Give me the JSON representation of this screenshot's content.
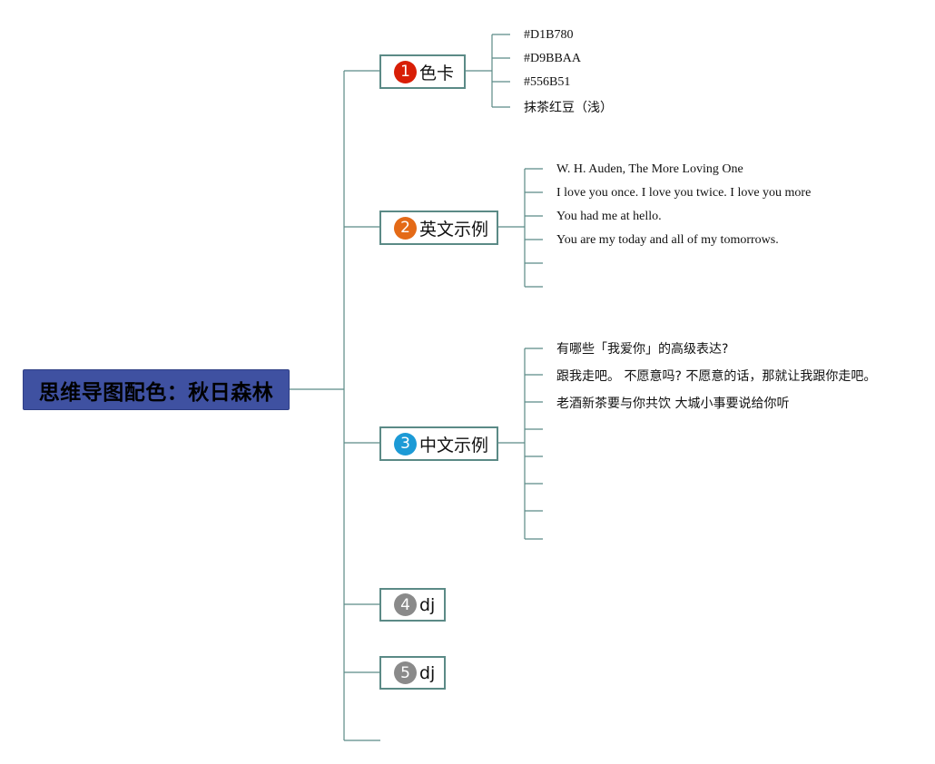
{
  "root": {
    "title": "思维导图配色：秋日森林",
    "color": "#3f51a1"
  },
  "branches": [
    {
      "number": "1",
      "label": "色卡",
      "badge_color": "#d81e06",
      "leaves": [
        "#D1B780",
        "#D9BBAA",
        "#556B51",
        "抹茶红豆（浅）"
      ]
    },
    {
      "number": "2",
      "label": "英文示例",
      "badge_color": "#e46a17",
      "leaves": [
        "W. H. Auden, The More Loving One",
        "I love you once. I love you twice. I love you more",
        "You had me at hello.",
        "You are my today and all of my tomorrows.",
        "",
        ""
      ]
    },
    {
      "number": "3",
      "label": "中文示例",
      "badge_color": "#1c9ad6",
      "leaves": [
        "有哪些「我爱你」的高级表达?",
        "跟我走吧。 不愿意吗?  不愿意的话，那就让我跟你走吧。",
        "老酒新茶要与你共饮 大城小事要说给你听",
        "",
        "",
        "",
        "",
        ""
      ]
    },
    {
      "number": "4",
      "label": "dj",
      "badge_color": "#8a8a8a",
      "leaves": []
    },
    {
      "number": "5",
      "label": "dj",
      "badge_color": "#8a8a8a",
      "leaves": []
    }
  ],
  "line_color": "#5b8a86"
}
